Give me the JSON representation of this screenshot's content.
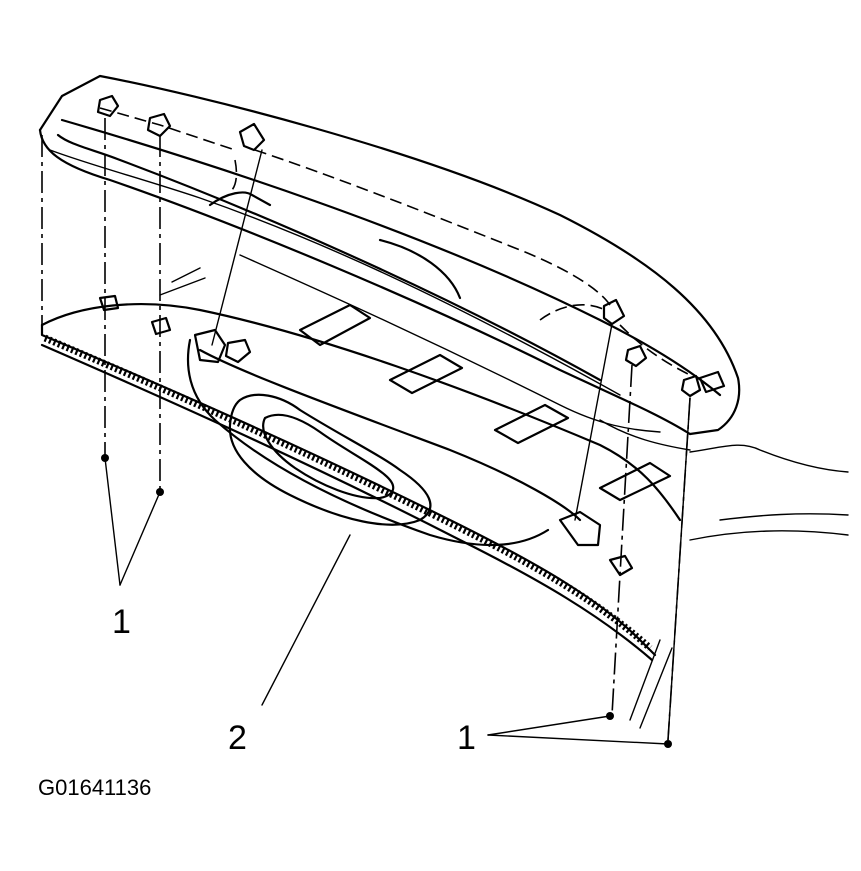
{
  "diagram": {
    "callouts": {
      "fastener_left": "1",
      "fastener_right": "1",
      "panel": "2"
    },
    "figure_code": "G01641136"
  }
}
